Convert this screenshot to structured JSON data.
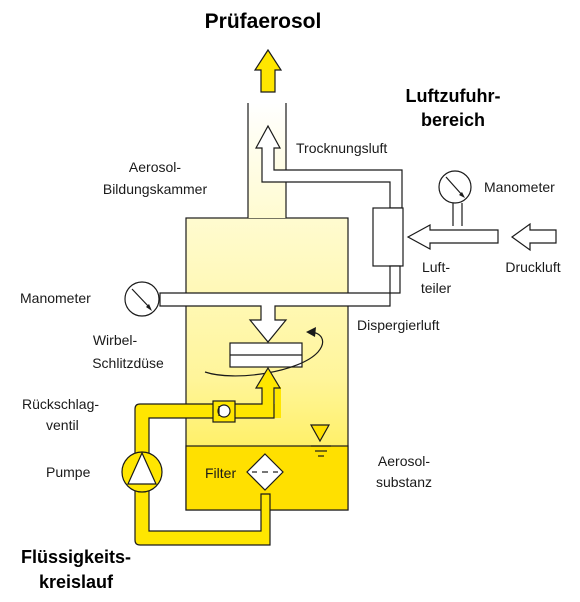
{
  "title": "Prüfaerosol",
  "headings": {
    "luftzufuhr": [
      "Luftzufuhr-",
      "bereich"
    ],
    "kreislauf": [
      "Flüssigkeits-",
      "kreislauf"
    ]
  },
  "labels": {
    "trocknungsluft": "Trocknungsluft",
    "kammer": [
      "Aerosol-",
      "Bildungskammer"
    ],
    "manometer_right": "Manometer",
    "manometer_left": "Manometer",
    "luftteiler": [
      "Luft-",
      "teiler"
    ],
    "druckluft": "Druckluft",
    "dispergierluft": "Dispergierluft",
    "duese": [
      "Wirbel-",
      "Schlitzdüse"
    ],
    "ventil": [
      "Rückschlag-",
      "ventil"
    ],
    "pumpe": "Pumpe",
    "filter": "Filter",
    "substanz": [
      "Aerosol-",
      "substanz"
    ]
  },
  "colors": {
    "outline": "#1a1a1a",
    "pipe_yellow": "#ffe600",
    "liquid": "#ffe000",
    "chamber_light": "#fffac8",
    "chamber_mid": "#fff6a0",
    "arrow_fill": "#ffffff"
  },
  "icons": [
    "gauge-icon",
    "check-valve-icon",
    "pump-icon",
    "filter-icon",
    "liquid-level-icon",
    "swirl-arrow-icon"
  ]
}
